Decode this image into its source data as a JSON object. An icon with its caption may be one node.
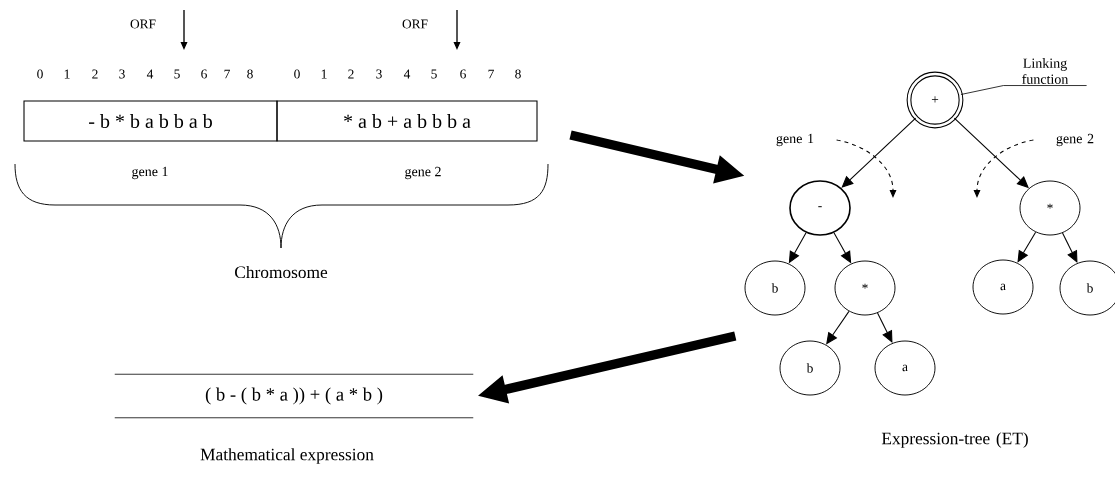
{
  "diagram": {
    "nodes": [
      {
        "text": [
          "- b * b a b b a b"
        ],
        "beside": [
          "gene 1"
        ]
      },
      {
        "text": [
          "* a b + a b b b a"
        ],
        "beside": [
          "gene 2"
        ]
      },
      {
        "text": [
          "Linking function"
        ]
      },
      {
        "text": [
          "+"
        ]
      },
      {
        "text": [
          "gene 1"
        ]
      },
      {
        "text": [
          "gene 2"
        ]
      },
      {
        "text": [
          "-"
        ]
      },
      {
        "text": [
          "*"
        ]
      },
      {
        "text": [
          "b"
        ]
      },
      {
        "text": [
          "*"
        ]
      },
      {
        "text": [
          "a"
        ]
      },
      {
        "text": [
          "b"
        ]
      },
      {
        "text": [
          "b"
        ]
      },
      {
        "text": [
          "a"
        ]
      },
      {
        "text": [
          "( b - ( b * a )) + ( a * b )"
        ],
        "beside": [
          "Mathematical expression"
        ]
      }
    ],
    "edges": [
      {
        "from": 2,
        "to": 3,
        "arrow": "none"
      },
      {
        "from": 3,
        "to": 6,
        "arrow": "to"
      },
      {
        "from": 3,
        "to": 7,
        "arrow": "to"
      },
      {
        "from": 4,
        "to": null,
        "arrow": "to",
        "style": "dashed"
      },
      {
        "from": 5,
        "to": null,
        "arrow": "to",
        "style": "dashed"
      },
      {
        "from": 6,
        "to": 8,
        "arrow": "to"
      },
      {
        "from": 6,
        "to": 9,
        "arrow": "to"
      },
      {
        "from": 7,
        "to": 10,
        "arrow": "to"
      },
      {
        "from": 7,
        "to": 11,
        "arrow": "to"
      },
      {
        "from": 9,
        "to": 12,
        "arrow": "to"
      },
      {
        "from": 9,
        "to": 13,
        "arrow": "to"
      },
      {
        "from": 1,
        "to": null,
        "arrow": "to",
        "style": "thick"
      },
      {
        "from": null,
        "to": 14,
        "arrow": "to",
        "style": "thick"
      }
    ],
    "labels": [
      "ORF",
      "ORF",
      "0",
      "1",
      "2",
      "3",
      "4",
      "5",
      "6",
      "7",
      "8",
      "0",
      "1",
      "2",
      "3",
      "4",
      "5",
      "6",
      "7",
      "8",
      "Chromosome",
      "Expression-tree (ET)"
    ]
  }
}
